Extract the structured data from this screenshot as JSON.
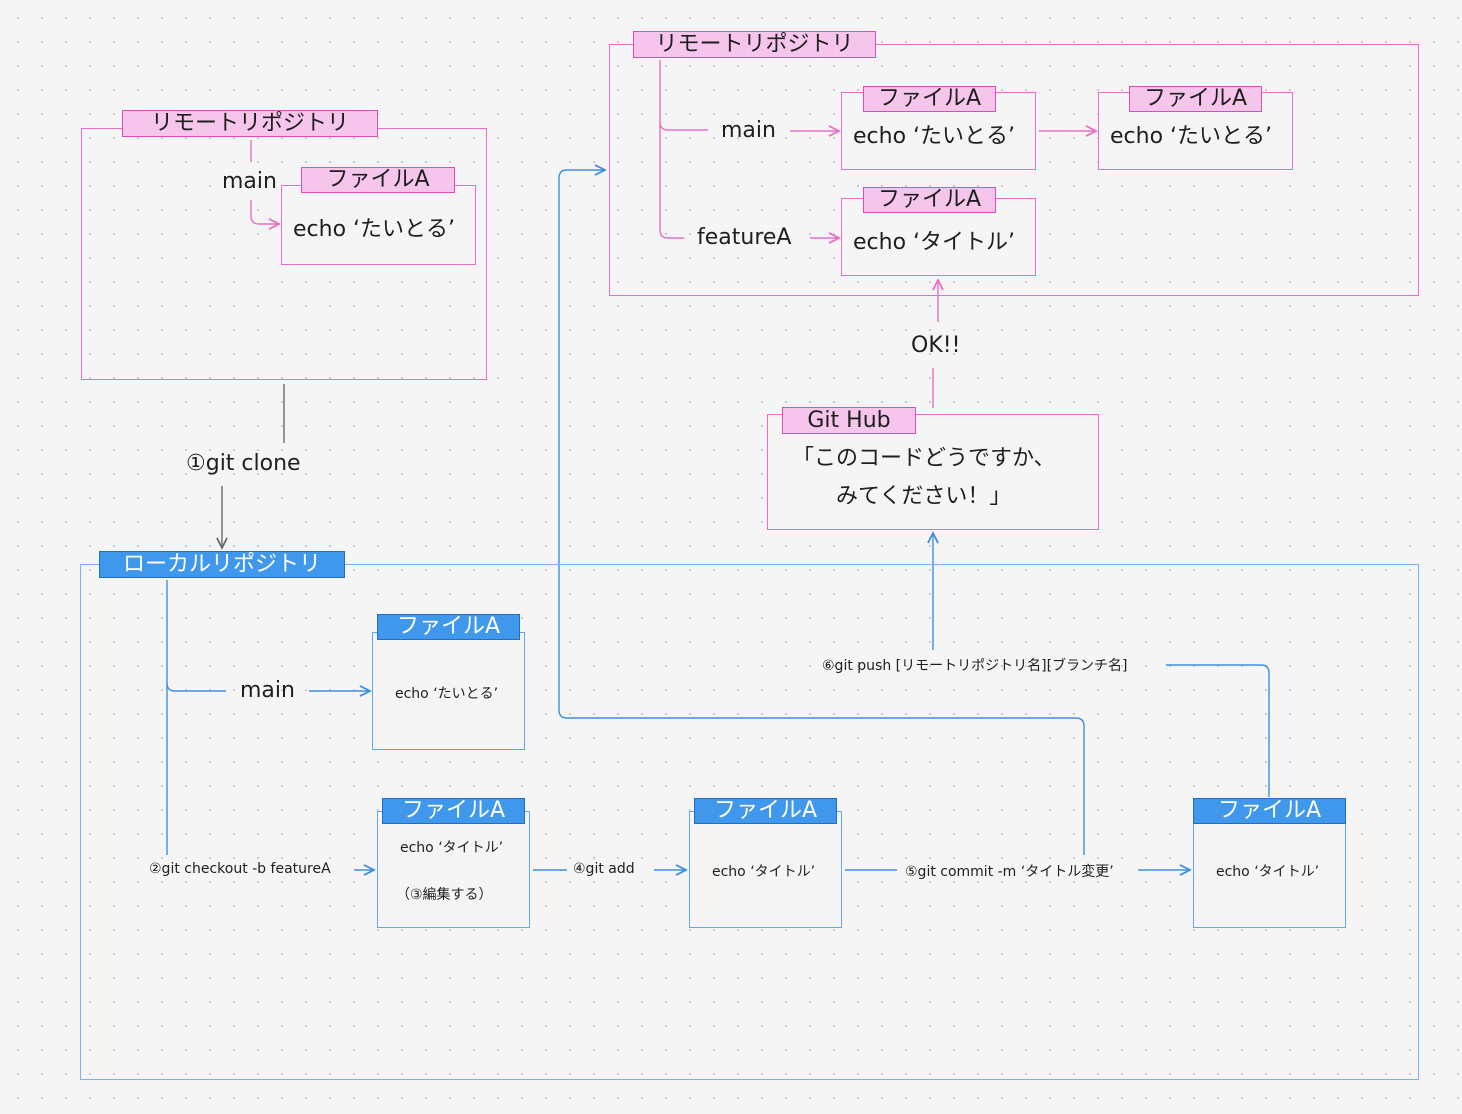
{
  "remote_left": {
    "title": "リモートリポジトリ",
    "branch_main": "main",
    "file_tag": "ファイルA",
    "file_content": "echo ‘たいとる’"
  },
  "clone_step": {
    "label": "①git clone"
  },
  "remote_right": {
    "title": "リモートリポジトリ",
    "branch_main": "main",
    "branch_feature": "featureA",
    "file_tag": "ファイルA",
    "main_file_content": "echo ‘たいとる’",
    "merged_file_content": "echo ‘たいとる’",
    "feature_file_content": "echo ‘タイトル’"
  },
  "review": {
    "ok_label": "OK!!",
    "github_tag": "Git Hub",
    "message_line1": "「このコードどうですか、",
    "message_line2": "みてください！」"
  },
  "local": {
    "title": "ローカルリポジトリ",
    "branch_main": "main",
    "file_tag": "ファイルA",
    "main_file_content": "echo ‘たいとる’",
    "checkout_label": "②git checkout -b featureA",
    "edit_file_content": "echo ‘タイトル’",
    "edit_label": "（③編集する）",
    "add_label": "④git add",
    "added_file_content": "echo ‘タイトル’",
    "commit_label": "⑤git commit -m ‘タイトル変更’",
    "committed_file_content": "echo ‘タイトル’",
    "push_label": "⑥git push [リモートリポジトリ名][ブランチ名]"
  },
  "colors": {
    "remote": "#e86fc4",
    "remote_tag_fill": "#f6c5ec",
    "local": "#62a6ee",
    "local_tag_fill": "#3f98ec",
    "connector_gray": "#6b6b6b",
    "background": "#f5f5f5"
  }
}
